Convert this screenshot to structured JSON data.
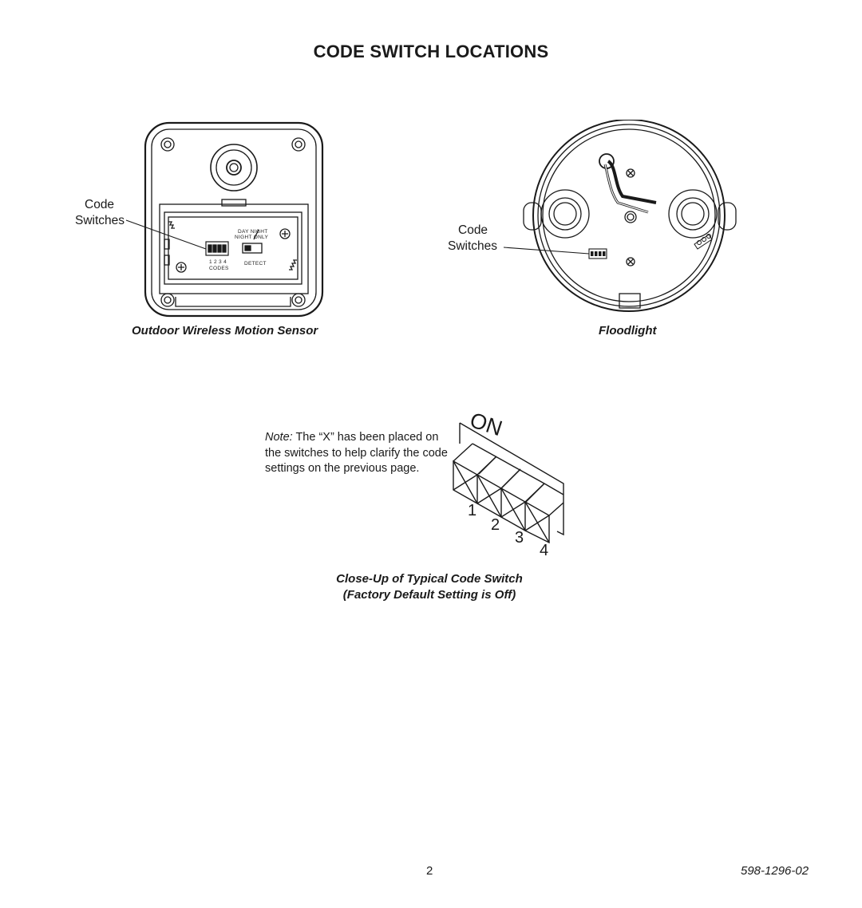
{
  "page": {
    "title": "CODE SWITCH LOCATIONS",
    "page_number": "2",
    "doc_number": "598-1296-02"
  },
  "sensor": {
    "label_line1": "Code",
    "label_line2": "Switches",
    "caption": "Outdoor Wireless Motion Sensor",
    "day_night": "DAY NIGHT",
    "night_only": "NIGHT ONLY",
    "codes_numbers": "1 2 3 4",
    "codes_label": "CODES",
    "detect_label": "DETECT"
  },
  "floodlight": {
    "label_line1": "Code",
    "label_line2": "Switches",
    "caption": "Floodlight"
  },
  "closeup": {
    "note_prefix": "Note:",
    "note_text": " The “X” has been placed on the switches to help clarify the code settings on the previous page.",
    "on_label": "ON",
    "switch_numbers": [
      "1",
      "2",
      "3",
      "4"
    ],
    "caption_line1": "Close-Up of Typical Code Switch",
    "caption_line2": "(Factory Default Setting is Off)"
  }
}
